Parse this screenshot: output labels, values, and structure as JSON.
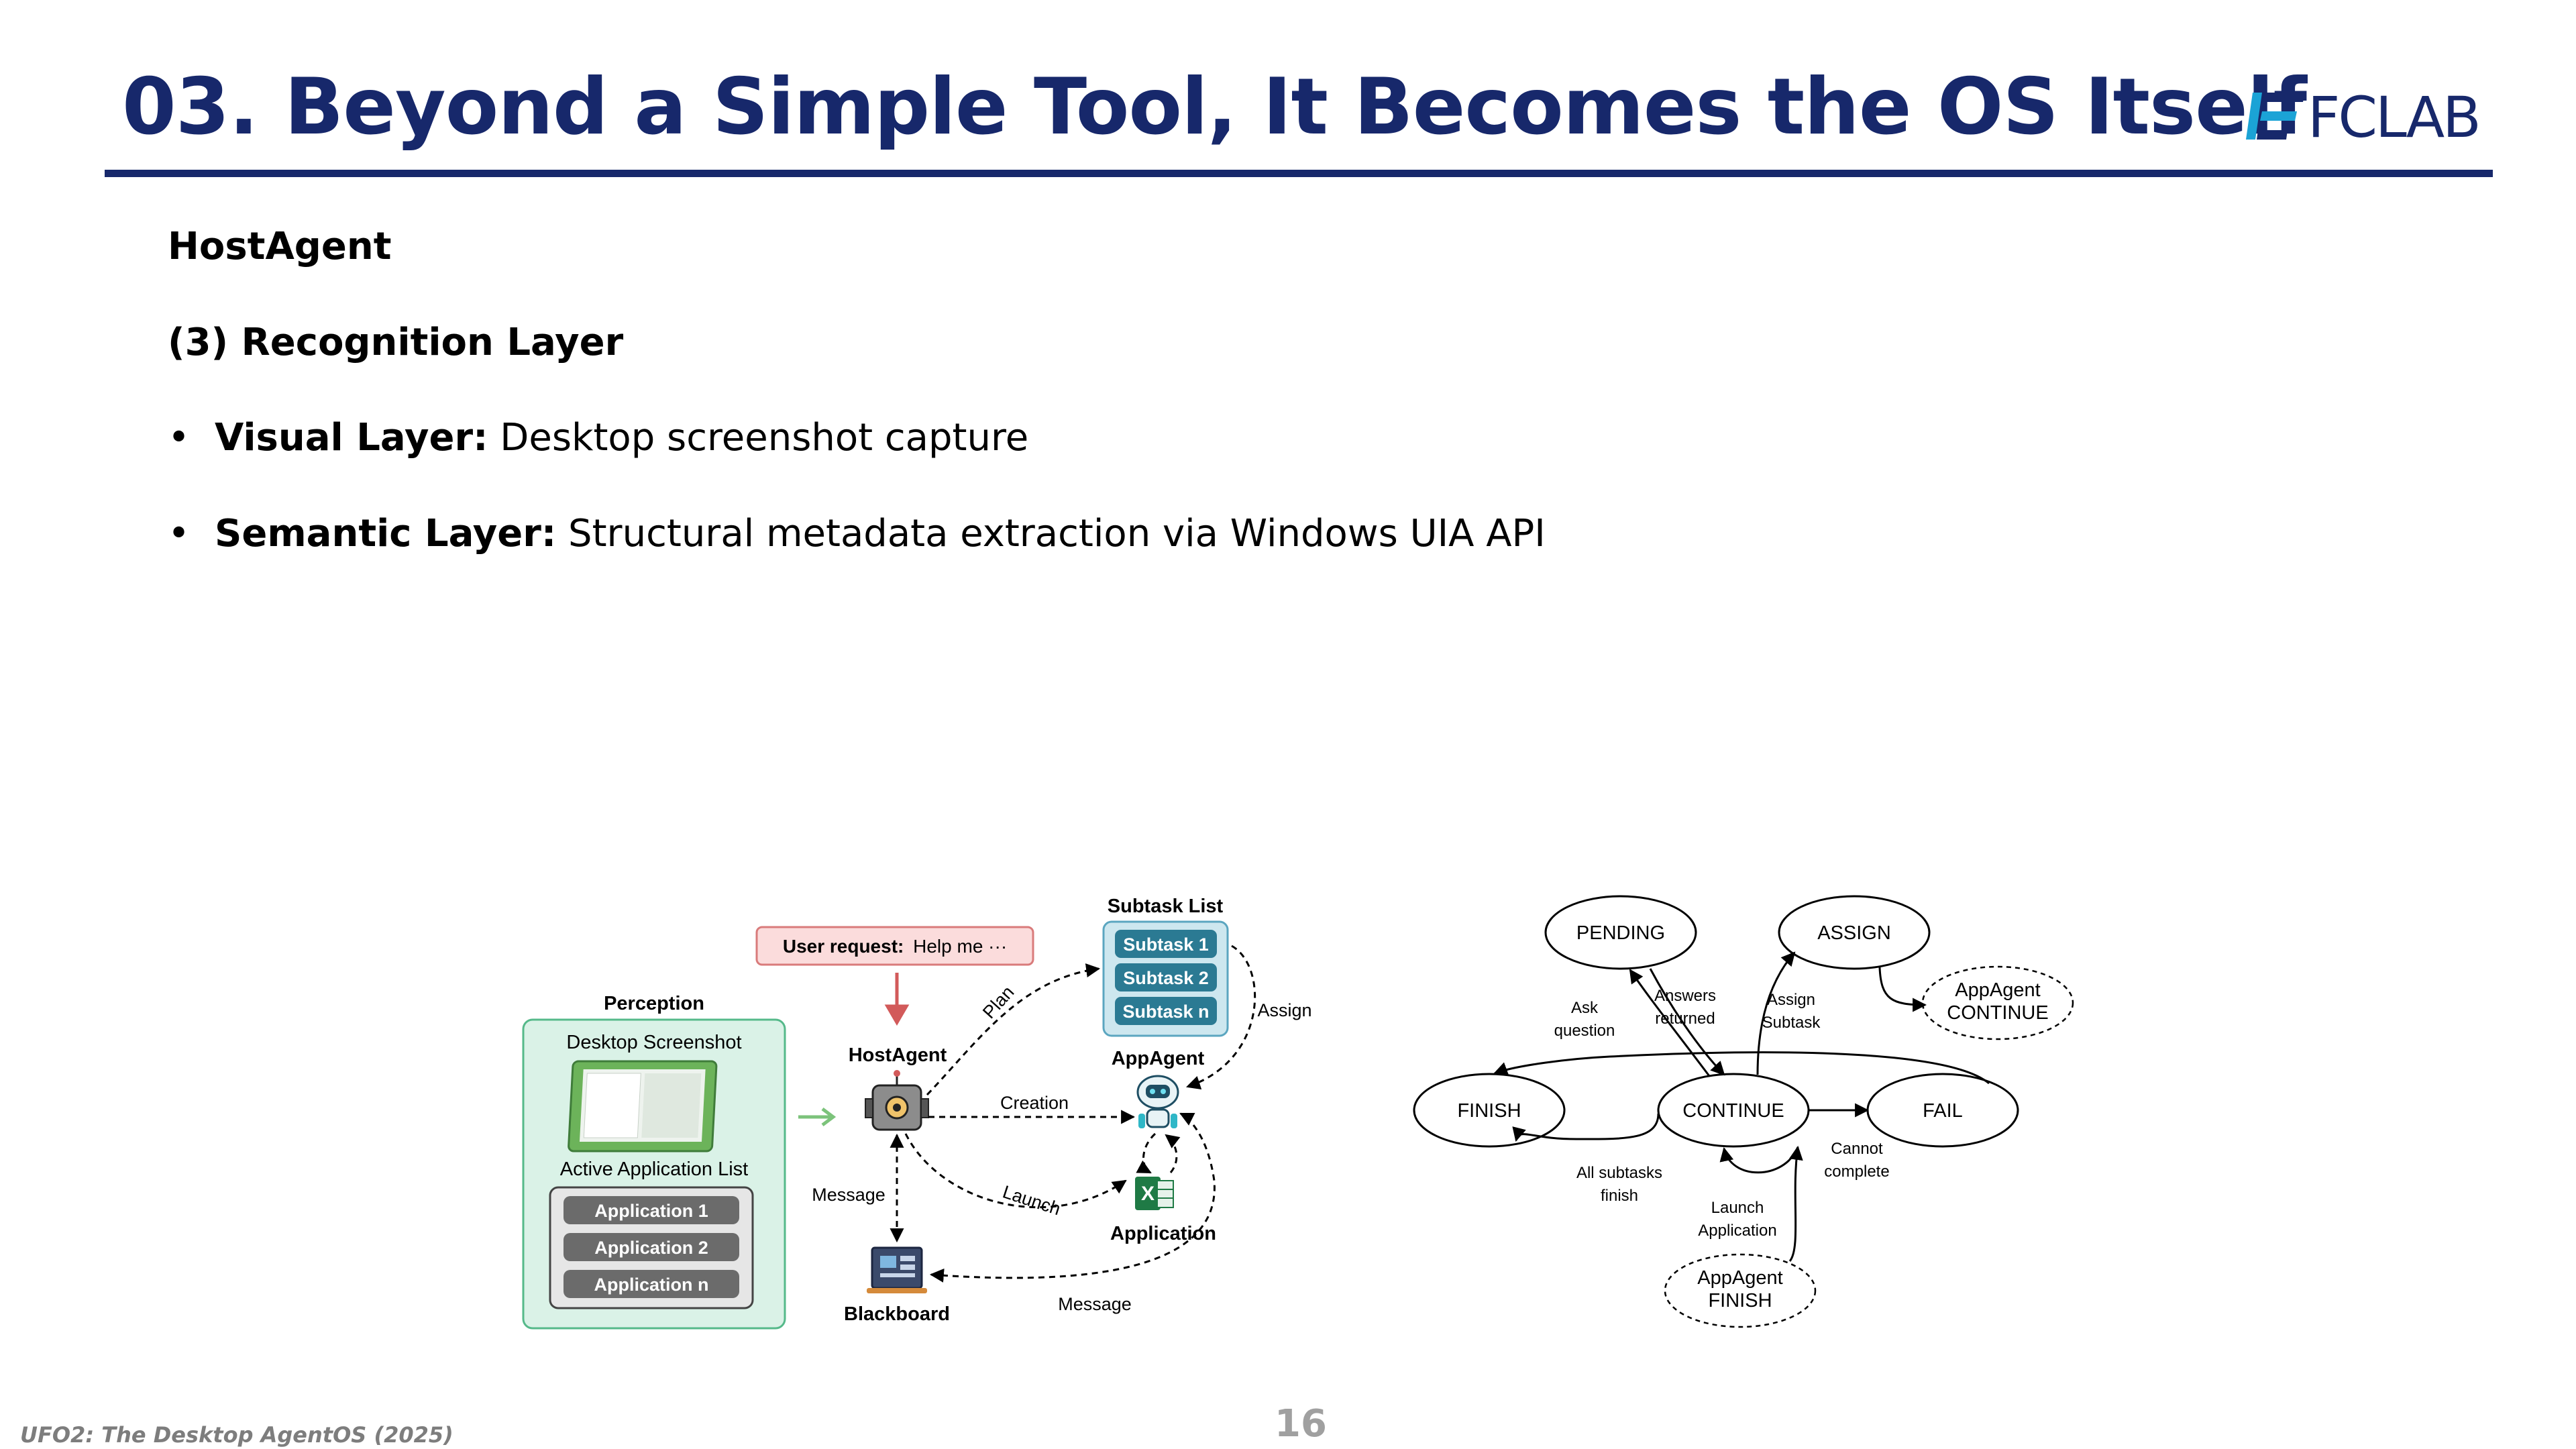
{
  "slide": {
    "title": "03. Beyond a Simple Tool, It Becomes the OS Itself",
    "logo_text": "FCLAB",
    "section": "HostAgent",
    "subsection": "(3) Recognition Layer",
    "bullets": [
      {
        "label": "Visual Layer:",
        "text": "Desktop screenshot capture"
      },
      {
        "label": "Semantic Layer:",
        "text": "Structural metadata extraction via Windows UIA API"
      }
    ],
    "footer_citation": "UFO2: The Desktop AgentOS (2025)",
    "page_number": "16"
  },
  "architecture_figure": {
    "perception_title": "Perception",
    "desktop_screenshot": "Desktop Screenshot",
    "active_app_list": "Active Application List",
    "applications": [
      "Application 1",
      "Application 2",
      "Application n"
    ],
    "user_request_label": "User request:",
    "user_request_text": "Help me ···",
    "hostagent": "HostAgent",
    "subtask_list_title": "Subtask List",
    "subtasks": [
      "Subtask 1",
      "Subtask 2",
      "Subtask n"
    ],
    "appagent": "AppAgent",
    "application": "Application",
    "blackboard": "Blackboard",
    "edges": {
      "plan": "Plan",
      "assign": "Assign",
      "creation": "Creation",
      "launch": "Launch",
      "message_left": "Message",
      "message_bottom": "Message"
    }
  },
  "state_figure": {
    "states": {
      "pending": "PENDING",
      "assign": "ASSIGN",
      "appagent_continue_1": "AppAgent",
      "appagent_continue_2": "CONTINUE",
      "finish": "FINISH",
      "continue": "CONTINUE",
      "fail": "FAIL",
      "appagent_finish_1": "AppAgent",
      "appagent_finish_2": "FINISH"
    },
    "transitions": {
      "ask_1": "Ask",
      "ask_2": "question",
      "answers_1": "Answers",
      "answers_2": "returned",
      "assign_1": "Assign",
      "assign_2": "Subtask",
      "cannot_1": "Cannot",
      "cannot_2": "complete",
      "all_1": "All subtasks",
      "all_2": "finish",
      "launch_1": "Launch",
      "launch_2": "Application"
    }
  },
  "colors": {
    "title_navy": "#17286b",
    "logo_cyan": "#1ba3d6",
    "perception_fill": "#daf2e7",
    "perception_border": "#55b98a",
    "subtask_fill": "#cde7ef",
    "subtask_pill": "#2b7a93",
    "request_fill": "#fbdcdc",
    "request_border": "#d97b7b"
  }
}
